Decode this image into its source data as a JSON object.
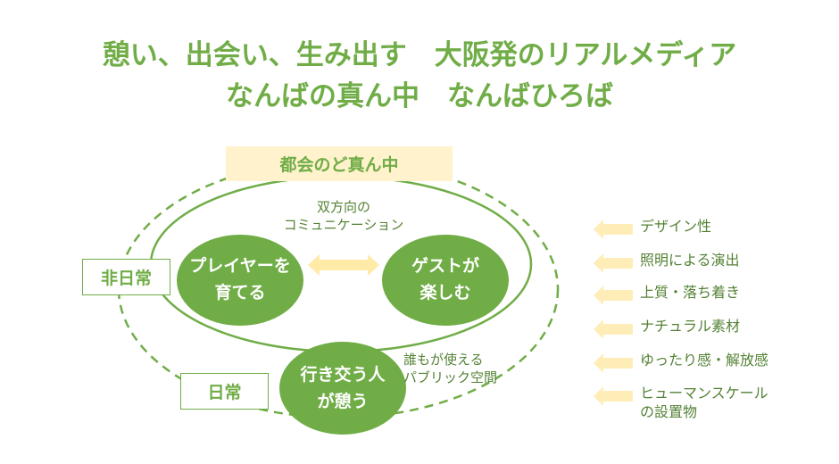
{
  "title": {
    "line1": "憩い、出会い、生み出す　大阪発のリアルメディア",
    "line2": "なんばの真ん中　なんばひろば"
  },
  "diagram": {
    "top_label": "都会のど真ん中",
    "side_labels": {
      "non_everyday": "非日常",
      "everyday": "日常"
    },
    "circles": {
      "left": "プレイヤーを\n育てる",
      "right": "ゲストが\n楽しむ",
      "bottom": "行き交う人\nが憩う"
    },
    "notes": {
      "communication": "双方向の\nコミュニケーション",
      "public_space": "誰もが使える\nパブリック空間"
    },
    "connector": "double-arrow-icon",
    "colors": {
      "green": "#70AD47",
      "dark_green_text": "#548235",
      "cream": "#FFF2CC",
      "arrow_cream": "#FFE699"
    }
  },
  "legend": {
    "icon": "left-arrow-icon",
    "items": [
      {
        "label": "デザイン性"
      },
      {
        "label": "照明による演出"
      },
      {
        "label": "上質・落ち着き"
      },
      {
        "label": "ナチュラル素材"
      },
      {
        "label": "ゆったり感・解放感"
      },
      {
        "label": "ヒューマンスケール\nの設置物"
      }
    ]
  }
}
